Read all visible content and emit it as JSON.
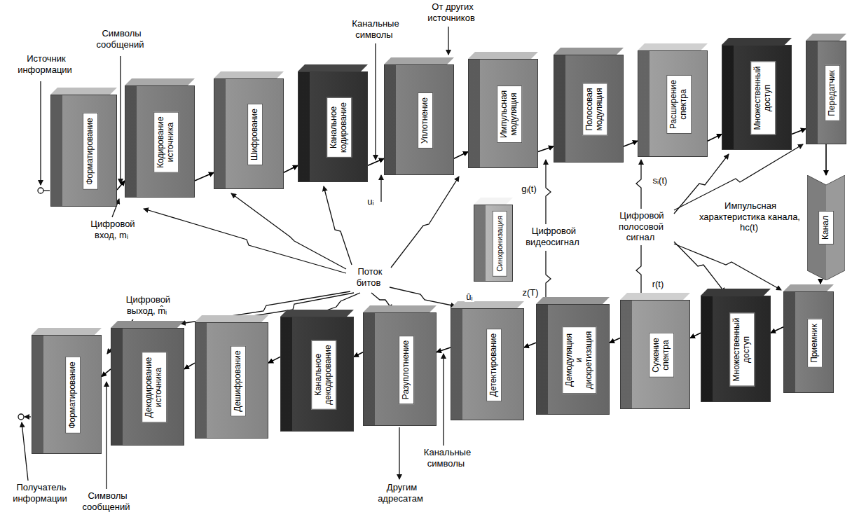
{
  "diagram": {
    "nodes": [
      {
        "text": [
          "Форматирование"
        ]
      },
      {
        "text": [
          "Кодирование источника"
        ]
      },
      {
        "text": [
          "Шифрование"
        ]
      },
      {
        "text": [
          "Канальное кодирование"
        ]
      },
      {
        "text": [
          "Уплотнение"
        ]
      },
      {
        "text": [
          "Импульсная модуляция"
        ]
      },
      {
        "text": [
          "Полосовая модуляция"
        ]
      },
      {
        "text": [
          "Расширение спектра"
        ]
      },
      {
        "text": [
          "Множественный доступ"
        ]
      },
      {
        "text": [
          "Передатчик"
        ]
      },
      {
        "text": [
          "Канал"
        ]
      },
      {
        "text": [
          "Синхронизация"
        ]
      },
      {
        "text": [
          "Форматирование"
        ]
      },
      {
        "text": [
          "Декодирование источника"
        ]
      },
      {
        "text": [
          "Дешифрование"
        ]
      },
      {
        "text": [
          "Канальное декодирование"
        ]
      },
      {
        "text": [
          "Разуплотнение"
        ]
      },
      {
        "text": [
          "Детектирование"
        ]
      },
      {
        "text": [
          "Демодуляция и дискретизация"
        ]
      },
      {
        "text": [
          "Сужение спектра"
        ]
      },
      {
        "text": [
          "Множественный доступ"
        ]
      },
      {
        "text": [
          "Приемник"
        ]
      }
    ],
    "edges": [
      {
        "from": 0,
        "to": 1,
        "arrow": "to"
      },
      {
        "from": 1,
        "to": 2,
        "arrow": "to"
      },
      {
        "from": 2,
        "to": 3,
        "arrow": "to"
      },
      {
        "from": 3,
        "to": 4,
        "arrow": "to"
      },
      {
        "from": 4,
        "to": 5,
        "arrow": "to"
      },
      {
        "from": 5,
        "to": 6,
        "arrow": "to"
      },
      {
        "from": 6,
        "to": 7,
        "arrow": "to"
      },
      {
        "from": 7,
        "to": 8,
        "arrow": "to"
      },
      {
        "from": 8,
        "to": 9,
        "arrow": "to"
      },
      {
        "from": 9,
        "to": 10,
        "arrow": "to"
      },
      {
        "from": 10,
        "to": 21,
        "arrow": "to"
      },
      {
        "from": 21,
        "to": 20,
        "arrow": "to"
      },
      {
        "from": 20,
        "to": 19,
        "arrow": "to"
      },
      {
        "from": 19,
        "to": 18,
        "arrow": "to"
      },
      {
        "from": 18,
        "to": 17,
        "arrow": "to"
      },
      {
        "from": 17,
        "to": 16,
        "arrow": "to"
      },
      {
        "from": 16,
        "to": 15,
        "arrow": "to"
      },
      {
        "from": 15,
        "to": 14,
        "arrow": "to"
      },
      {
        "from": 14,
        "to": 13,
        "arrow": "to"
      },
      {
        "from": 13,
        "to": 12,
        "arrow": "to"
      }
    ],
    "labels": [
      "Источник информации",
      "Символы сообщений",
      "Цифровой вход, mᵢ",
      "Канальные символы",
      "От других источников",
      "uᵢ",
      "gᵢ(t)",
      "sᵢ(t)",
      "Поток битов",
      "Цифровой видеосигнал",
      "Цифровой полосовой сигнал",
      "Импульсная характеристика канала, hc(t)",
      "Цифровой выход, m̂ᵢ",
      "ûᵢ",
      "z(T)",
      "r(t)",
      "Получатель информации",
      "Символы сообщений",
      "Другим адресатам",
      "Канальные символы"
    ]
  }
}
